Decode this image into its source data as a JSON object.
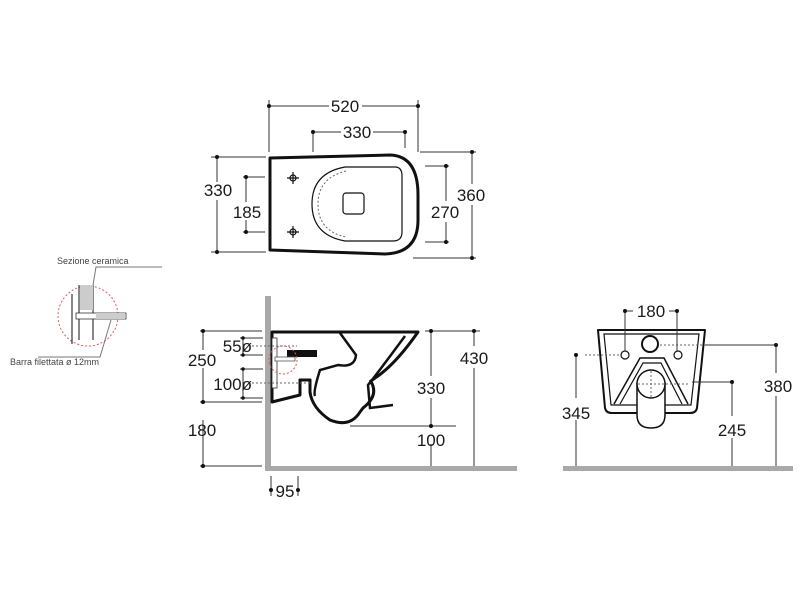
{
  "top_view": {
    "width_total": "520",
    "width_inner": "330",
    "left_height": "330",
    "fixing_spacing": "185",
    "right_height": "360",
    "seat_height": "270"
  },
  "side_view": {
    "upper": "250",
    "lower": "180",
    "outlet_small": "55ø",
    "outlet_large": "100ø",
    "total_height": "430",
    "bowl_height": "330",
    "floor_gap": "100",
    "wall_offset": "95"
  },
  "front_view": {
    "fixing_spacing": "180",
    "height_380": "380",
    "height_345": "345",
    "height_245": "245"
  },
  "detail": {
    "section_label": "Sezione ceramica",
    "rod_label": "Barra filettata ø 12mm"
  },
  "colors": {
    "line": "#111111",
    "wall": "#a9a9a9",
    "detail_circle": "#e05a5a"
  }
}
